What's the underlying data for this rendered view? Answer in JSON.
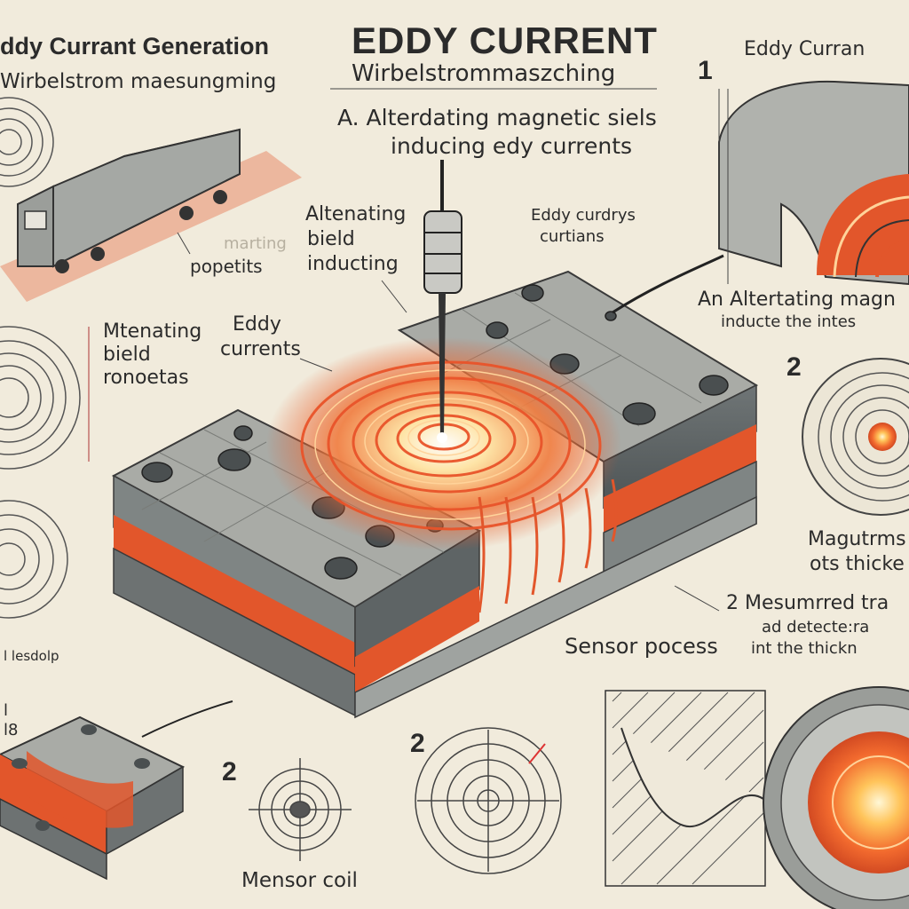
{
  "title": {
    "main": "EDDY CURRENT",
    "sub": "Wirbelstrom­maszching",
    "sub_plain": "Wirbelstrommaszching"
  },
  "top_left": {
    "heading": "ddy Currant Generation",
    "subheading": "Wirbelstrom maesungming"
  },
  "top_right": {
    "heading": "Eddy Curran"
  },
  "caption_a": {
    "line1": "A. Alterdating magnetic siels",
    "line2": "inducing edy currents"
  },
  "labels": {
    "alternating_field_inducing": [
      "Altenating",
      "bield",
      "inducting"
    ],
    "eddy_currents_mid": [
      "Eddy curdrys",
      "curtians"
    ],
    "left_vehicle_caption": "popetits",
    "left_vehicle_caption_faint": "marting",
    "left_mid_block": [
      "Mtenating",
      "bield",
      "ronoetas"
    ],
    "eddy_currents_left": [
      "Eddy",
      "currents"
    ],
    "right_alt_magnetic": [
      "An Altertating magn",
      "inducte the intes"
    ],
    "right_magnetic_thick": [
      "Magutrms",
      "ots thicke"
    ],
    "right_measurement": [
      "2 Mesumrred tra",
      "ad  detecte:ra",
      "int the thickn"
    ],
    "sensor_process": "Sensor pocess",
    "sensor_coil": "Mensor coil",
    "left_footer": "l  lesdolp",
    "left_numerals": [
      "l",
      "l8"
    ]
  },
  "numbers": {
    "n1_top_right": "1",
    "n2_right": "2",
    "n2_bottom_left": "2",
    "n2_bottom_mid": "2"
  },
  "colors": {
    "paper": "#f1ebdc",
    "metal": "#8c8f8e",
    "metal_top": "#b7b8b2",
    "copper": "#e2562b",
    "glow": "#ffcf7a",
    "ink": "#2a2a2a"
  },
  "icons": [
    "eddy-current-rings-icon",
    "probe-icon",
    "vehicle-icon",
    "layered-plate-icon"
  ]
}
